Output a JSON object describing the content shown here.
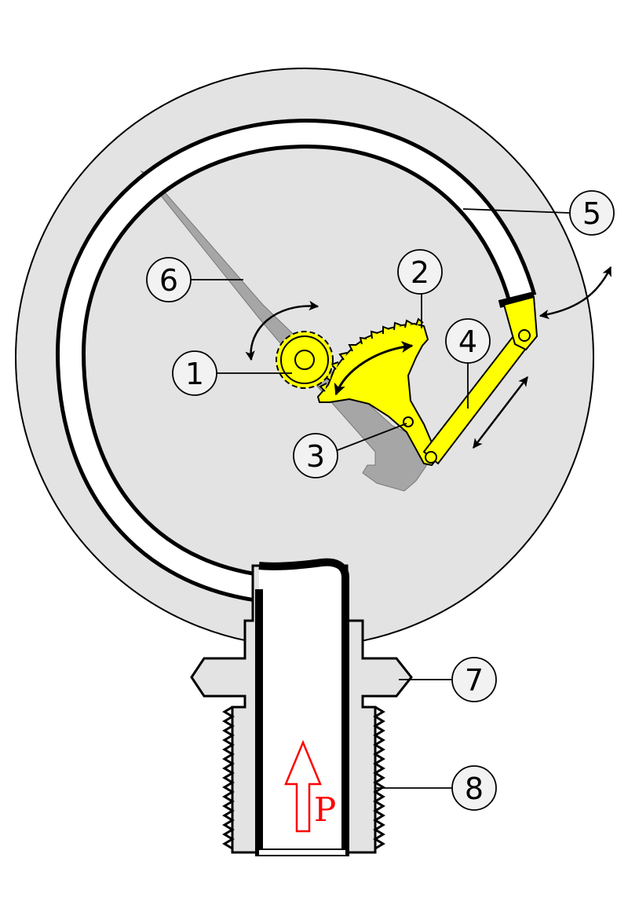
{
  "colors": {
    "dial_face": "#e3e3e3",
    "mechanism": "#ffff00",
    "pointer": "#a6a6a6",
    "pressure_arrow": "#ff0000",
    "outline": "#000000",
    "callout_fill": "#f2f2f2"
  },
  "callouts": [
    "1",
    "2",
    "3",
    "4",
    "5",
    "6",
    "7",
    "8"
  ],
  "pressure_label": "P"
}
